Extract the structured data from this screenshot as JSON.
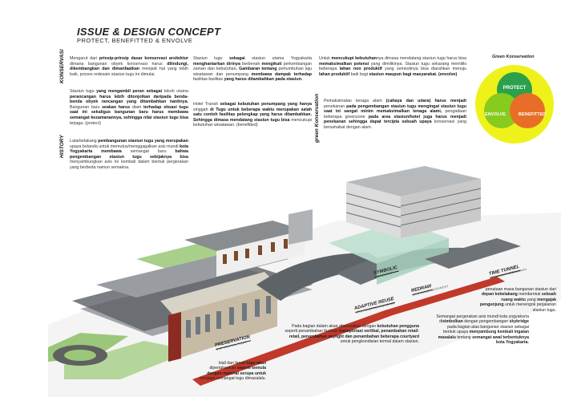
{
  "header": {
    "title": "ISSUE & DESIGN CONCEPT",
    "subtitle": "PROTECT, BENEFITTED & ENVOLVE"
  },
  "side_labels": {
    "konservasi": "KONSERVASI",
    "history": "HISTORY",
    "green": "green Konservation"
  },
  "paragraphs": {
    "k1": [
      "Mengarut dari ",
      "prinsip-prinsip dasar konservasi arsitektur",
      " dimana bangunan obyek konservasi harus ",
      "dilindungi, dikembangkan dan dimanfaatkan",
      " menjadi hal yang lebih baik, proses redesain stasiun tugu ini dimulai."
    ],
    "k2": [
      "Stasiun tugu",
      " yang mengambil peran sebagai ",
      "tokoh utama",
      " perancangan harus lebih ditonjolkan daripada benda-benda obyek rancangan yang ditambahkan nantinya. ",
      "Bangunan baru",
      " seakan harus ",
      "diam",
      " terhadap situasi tugu saat ini sekaligus bangunan baru harus membawa semangat kezamanannya, sehingga nilai stasiun tugu bisa ",
      "terjaga. (protect)"
    ],
    "h1": [
      "Latarbelakang",
      " pembangunan stasiun tugu yang merupakan ",
      "upaya belanda untuk memutus/menggagalkan axis mundi",
      " kota Yogyakarta membawa ",
      "semangat baru",
      " bahwa pengembangan stasiun tugu sebijaknya bisa ",
      "menyambungkan axis ini kembali dalam bentuk pergerakan yang berbeda namun semakna."
    ],
    "c1": [
      "Stasiun tugu",
      " sebagai ",
      "stasiun utama Yogyakarta",
      " menghantarkan dirinya ",
      "berbenah",
      " mengikuti ",
      "perkembangan zaman dan kebutuhan",
      ". Gambaran tentang ",
      "pertumbuhan laju wisatawan dan penumpang",
      " membawa dampak terhadap ",
      "fasilitas-fasilitas",
      " yang harus ditambahkan pada stasiun."
    ],
    "c2": [
      "Hotel Transit",
      " sebagai kebutuhan penumpang yang hanya ",
      "singgah",
      " di Tugu untuk beberapa waktu merupakan salah satu contoh fasilitas pelengkap yang harus ditambahkan. Sehingga dimasa mendatang stasiun tugu bisa ",
      "mencukupi kebutuhan wisatawan. (benefitted)"
    ],
    "r1": [
      "Untuk ",
      "mencukupi kebutuhan",
      "nya dimasa mendatang stasiun tugu harus bisa ",
      "memaksimalkan potensi",
      " yang dimilikinya. Stasiun tugu sekarang memiliki beberapa ",
      "lahan non produktif",
      " yang semestinya bisa diarahkan menuju ",
      "lahan produktif",
      " baik bagi ",
      "stasiun maupun bagi masyarakat. (envolve)"
    ],
    "r2": [
      "Pemaksimalan tenaga alam",
      " (cahaya dan udara) harus menjadi ",
      "penekanan",
      " pada pengembangan stasiun tugu mengingat stasiun tugu saat ini sangat minim memaksimalkan tenaga alami, ",
      "pengadaan beberapa greenzone",
      " pada area stasiun/hotel juga harus menjadi penekanan sehingga dapat tercipta sebuah upaya ",
      "konservasi yang bersahabat dengan alam."
    ]
  },
  "diagram": {
    "title": "Green Konservation",
    "circles": [
      {
        "label": "PROTECT",
        "color": "#1b9a52"
      },
      {
        "label": "ENVOLVE",
        "color": "#7fc81e"
      },
      {
        "label": "BENEFITTED",
        "color": "#e8632a"
      }
    ],
    "ring_color": "#eef21a"
  },
  "tags": {
    "preservation": {
      "title": "PRESERVATION",
      "sub": "OLD NEUTRAL ROOF"
    },
    "adaptive": {
      "title": "ADAPTIVE REUSE",
      "sub": "NEW FUNCTION BUILDING"
    },
    "redraw": {
      "title": "REDRAW",
      "sub": "AXIS MUNDI MOVEMENT"
    },
    "symbolic": {
      "title": "SYMBOLIC",
      "sub": "MONUMENT"
    },
    "tunnel": {
      "title": "TIME TUNNEL",
      "sub": "SEMANGAT KEZAMANAN"
    }
  },
  "captions": {
    "preservation": [
      "Hall dan fasad",
      " tugu akan ",
      "dipertahankan",
      " seperti semula dengan material serupa untuk ",
      "menjaga semangat tugu dimasalalu."
    ],
    "adaptive": [
      "Pada bagian dalam akan disesuaikan dengan ",
      "kebutuhan pengguna",
      " seperti penambahan fasilitas ",
      "transportasi vertikal, penambahan retail-retail, penambahan skylight dan penambahan beberapa courtyard",
      " untuk pengkondisian termal dalam stasiun."
    ],
    "redraw": [
      "Semangat pergerakan axis mundi kota yogyakarta di",
      "simbolkan",
      " dengan pengembangan ",
      "skybridge",
      " pada bagian atas bangunan stasiun sebagai bentuk upaya ",
      "menyambung kembali ingatan masalalu",
      " tentang ",
      "semangat awal terbentuknya kota Yogyakarta."
    ],
    "tunnel": [
      "penataan masa bangunan stasiun dari ",
      "depan kebelakang",
      " membentuk ",
      "sebuah ruang waktu",
      " yang ",
      "mengajak pengunjung",
      " untuk menengok perjalanan stasiun tugu."
    ]
  }
}
